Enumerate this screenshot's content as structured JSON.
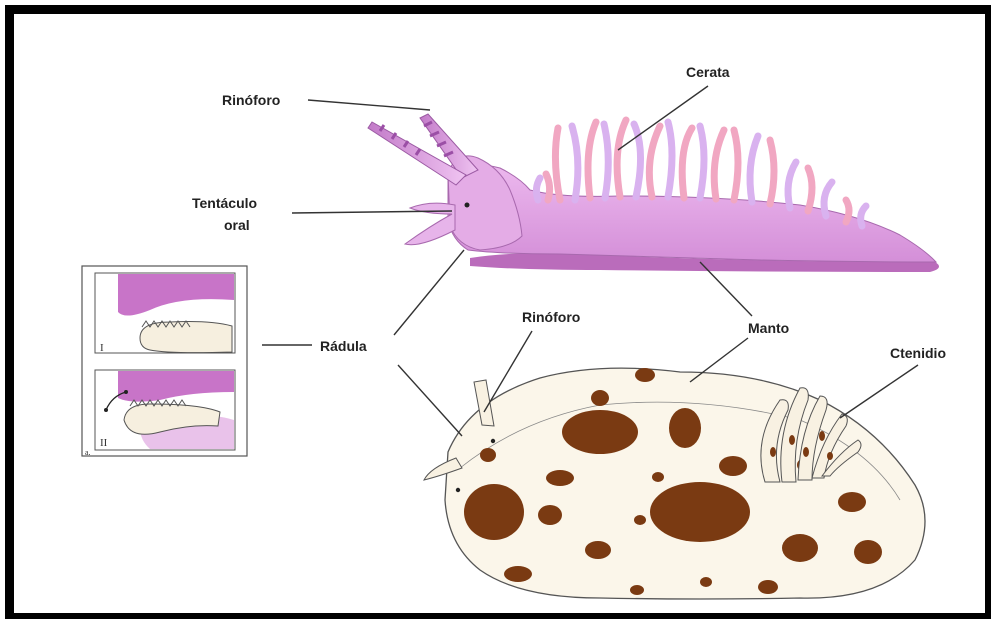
{
  "labels": {
    "rinoforo_top": "Rinóforo",
    "tentaculo_line1": "Tentáculo",
    "tentaculo_line2": "oral",
    "cerata": "Cerata",
    "radula": "Rádula",
    "rinoforo_bottom": "Rinóforo",
    "manto": "Manto",
    "ctenidio": "Ctenidio"
  },
  "inset": {
    "panel_top_mark": "I",
    "panel_bottom_mark": "II",
    "corner_letter": "a."
  },
  "colors": {
    "aeolid_body": "#e3a9e8",
    "aeolid_shadow": "#c98ad0",
    "foot": "#b25cb4",
    "cerata_pink": "#f1a7c2",
    "cerata_lilac": "#d9b2ef",
    "dorid_body": "#fbf6ea",
    "dorid_spots": "#7a3a12",
    "inset_purple": "#c874c8",
    "border": "#000000"
  }
}
